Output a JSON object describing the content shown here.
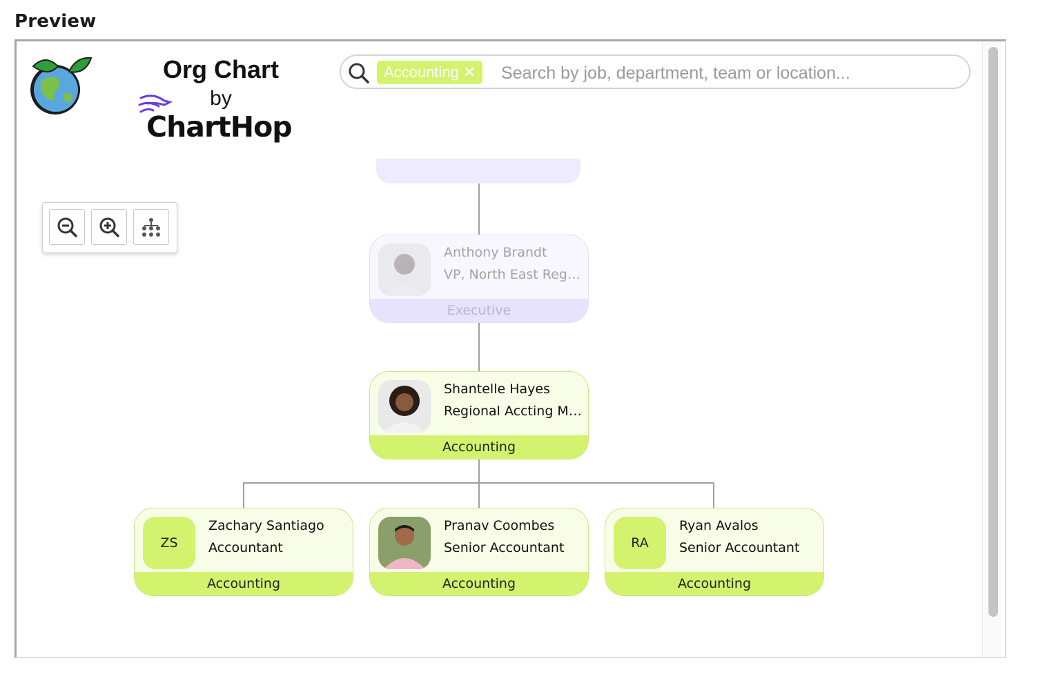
{
  "preview_label": "Preview",
  "brand": {
    "title": "Org Chart",
    "by": "by",
    "name": "ChartHop"
  },
  "search": {
    "chip_label": "Accounting",
    "chip_remove": "✕",
    "placeholder": "Search by job, department, team or location..."
  },
  "zoom_controls": {
    "zoom_out_icon": "zoom-out-icon",
    "zoom_in_icon": "zoom-in-icon",
    "fit_icon": "org-tree-icon"
  },
  "colors": {
    "accounting": "#d3f36e",
    "executive": "#e8e3fd"
  },
  "org": {
    "manager_above": {
      "name": "Anthony Brandt",
      "title": "VP, North East Region",
      "department": "Executive"
    },
    "focus": {
      "name": "Shantelle Hayes",
      "title": "Regional Accting Mgr",
      "department": "Accounting"
    },
    "reports": [
      {
        "initials": "ZS",
        "name": "Zachary Santiago",
        "title": "Accountant",
        "department": "Accounting"
      },
      {
        "initials": "",
        "name": "Pranav Coombes",
        "title": "Senior Accountant",
        "department": "Accounting"
      },
      {
        "initials": "RA",
        "name": "Ryan Avalos",
        "title": "Senior Accountant",
        "department": "Accounting"
      }
    ]
  }
}
